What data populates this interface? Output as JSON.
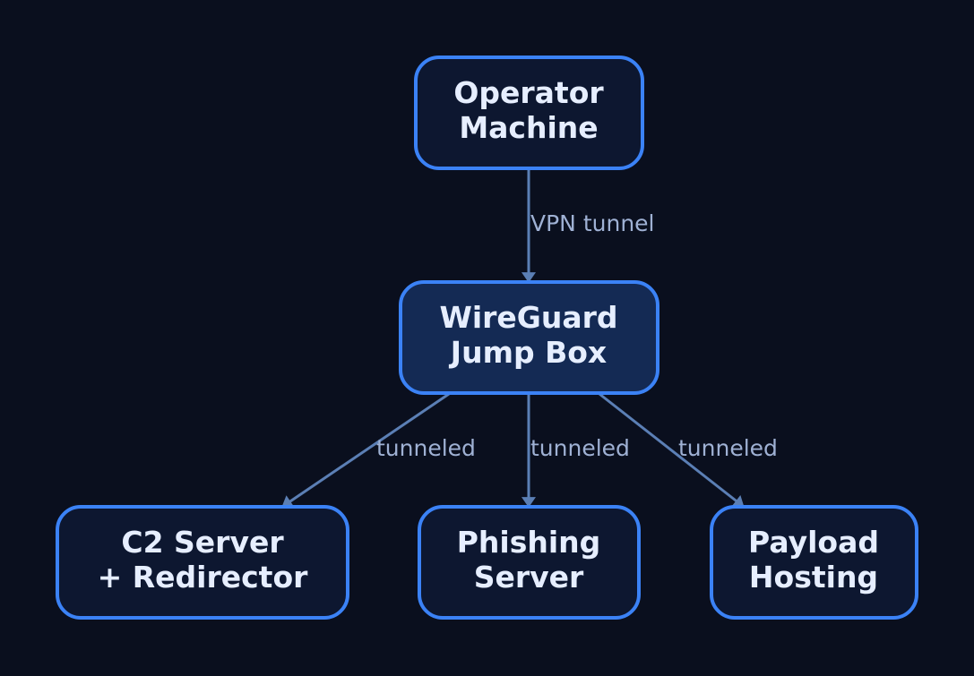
{
  "colors": {
    "background": "#0a0f1e",
    "node_fill": "#0d1730",
    "node_fill_highlight": "#142a54",
    "node_stroke": "#3b82f6",
    "edge_color": "#5b7fb5",
    "node_text": "#e6eeff",
    "edge_text": "#9fb1d4"
  },
  "nodes": {
    "operator": {
      "line1": "Operator",
      "line2": "Machine"
    },
    "jumpbox": {
      "line1": "WireGuard",
      "line2": "Jump Box"
    },
    "c2": {
      "line1": "C2 Server",
      "line2": "+ Redirector"
    },
    "phishing": {
      "line1": "Phishing",
      "line2": "Server"
    },
    "payload": {
      "line1": "Payload",
      "line2": "Hosting"
    }
  },
  "edges": {
    "operator_to_jumpbox": "VPN tunnel",
    "jumpbox_to_c2": "tunneled",
    "jumpbox_to_phishing": "tunneled",
    "jumpbox_to_payload": "tunneled"
  }
}
